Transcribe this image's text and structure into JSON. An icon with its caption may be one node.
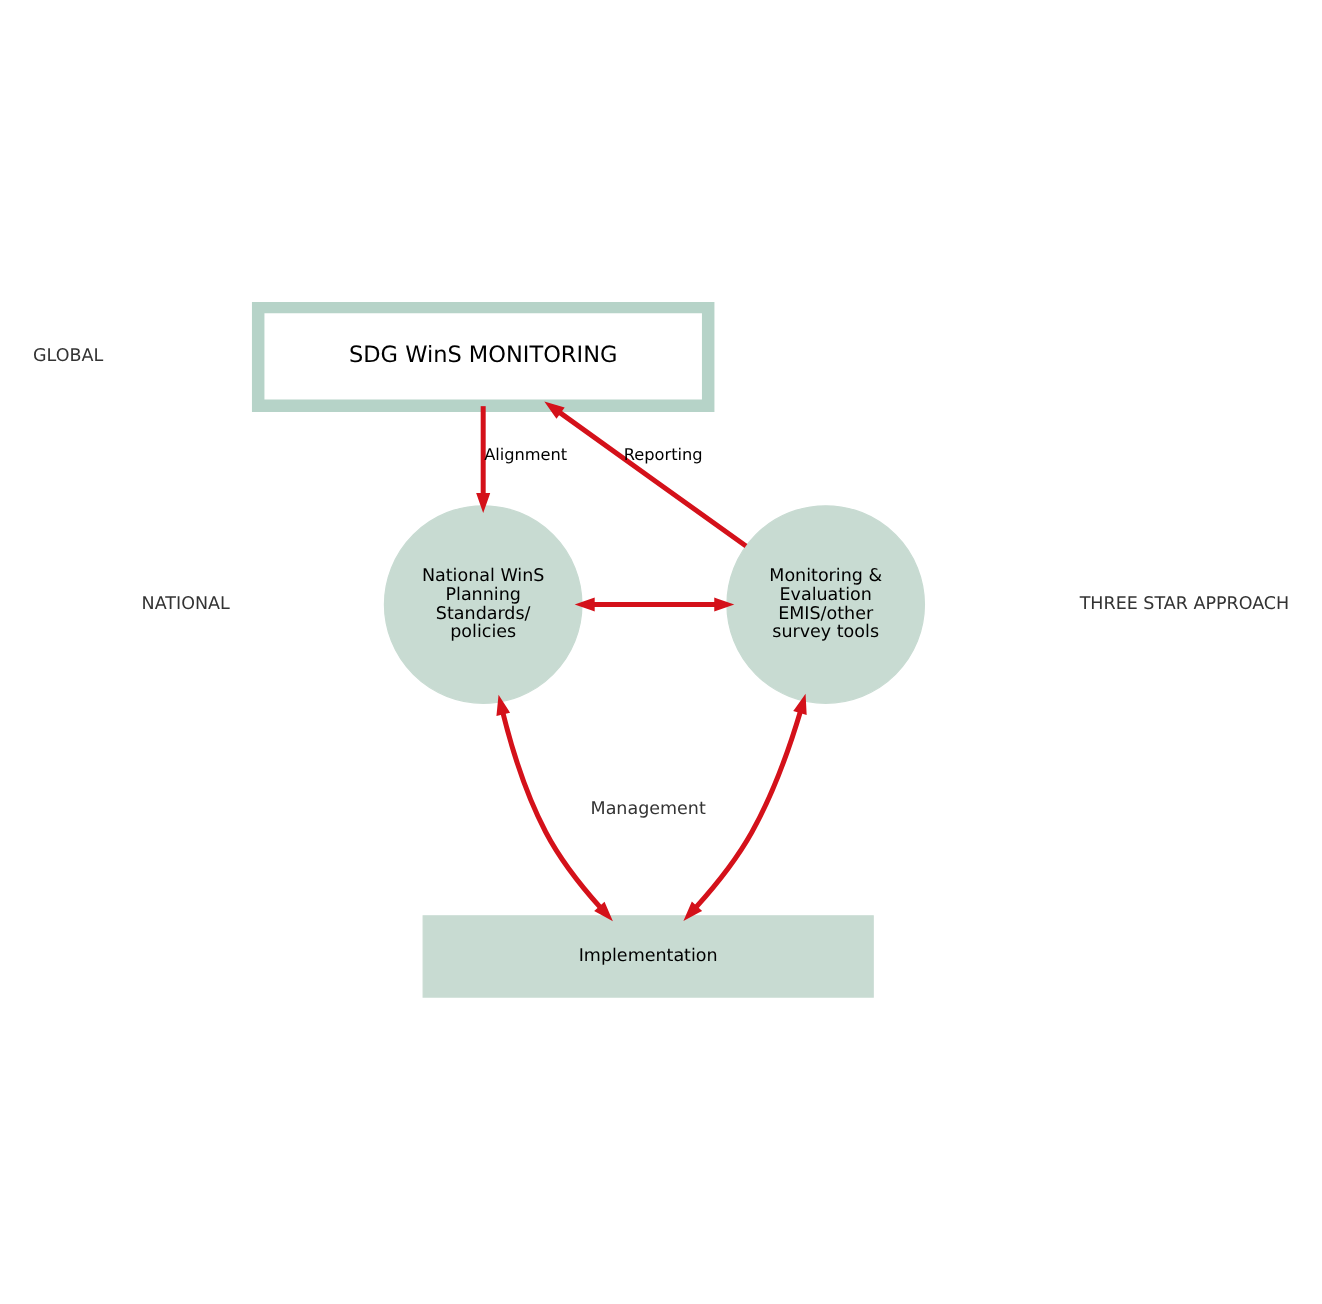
{
  "diagram": {
    "nodes": [
      {
        "text": [
          "SDG WinS MONITORING"
        ]
      },
      {
        "text": [
          "National WinS Planning Standards/ policies"
        ]
      },
      {
        "text": [
          "Monitoring & Evaluation EMIS/other survey tools"
        ]
      },
      {
        "text": [
          "Implementation"
        ]
      }
    ],
    "edges": [
      {
        "from": 0,
        "to": 1,
        "arrow": "to",
        "label": "Alignment"
      },
      {
        "from": 2,
        "to": 0,
        "arrow": "to",
        "label": "Reporting"
      },
      {
        "from": 1,
        "to": 2,
        "arrow": "both"
      },
      {
        "from": 1,
        "to": 3,
        "arrow": "both"
      },
      {
        "from": 2,
        "to": 3,
        "arrow": "both"
      }
    ],
    "labels": [
      "GLOBAL",
      "NATIONAL",
      "THREE STAR APPROACH",
      "Management"
    ]
  }
}
